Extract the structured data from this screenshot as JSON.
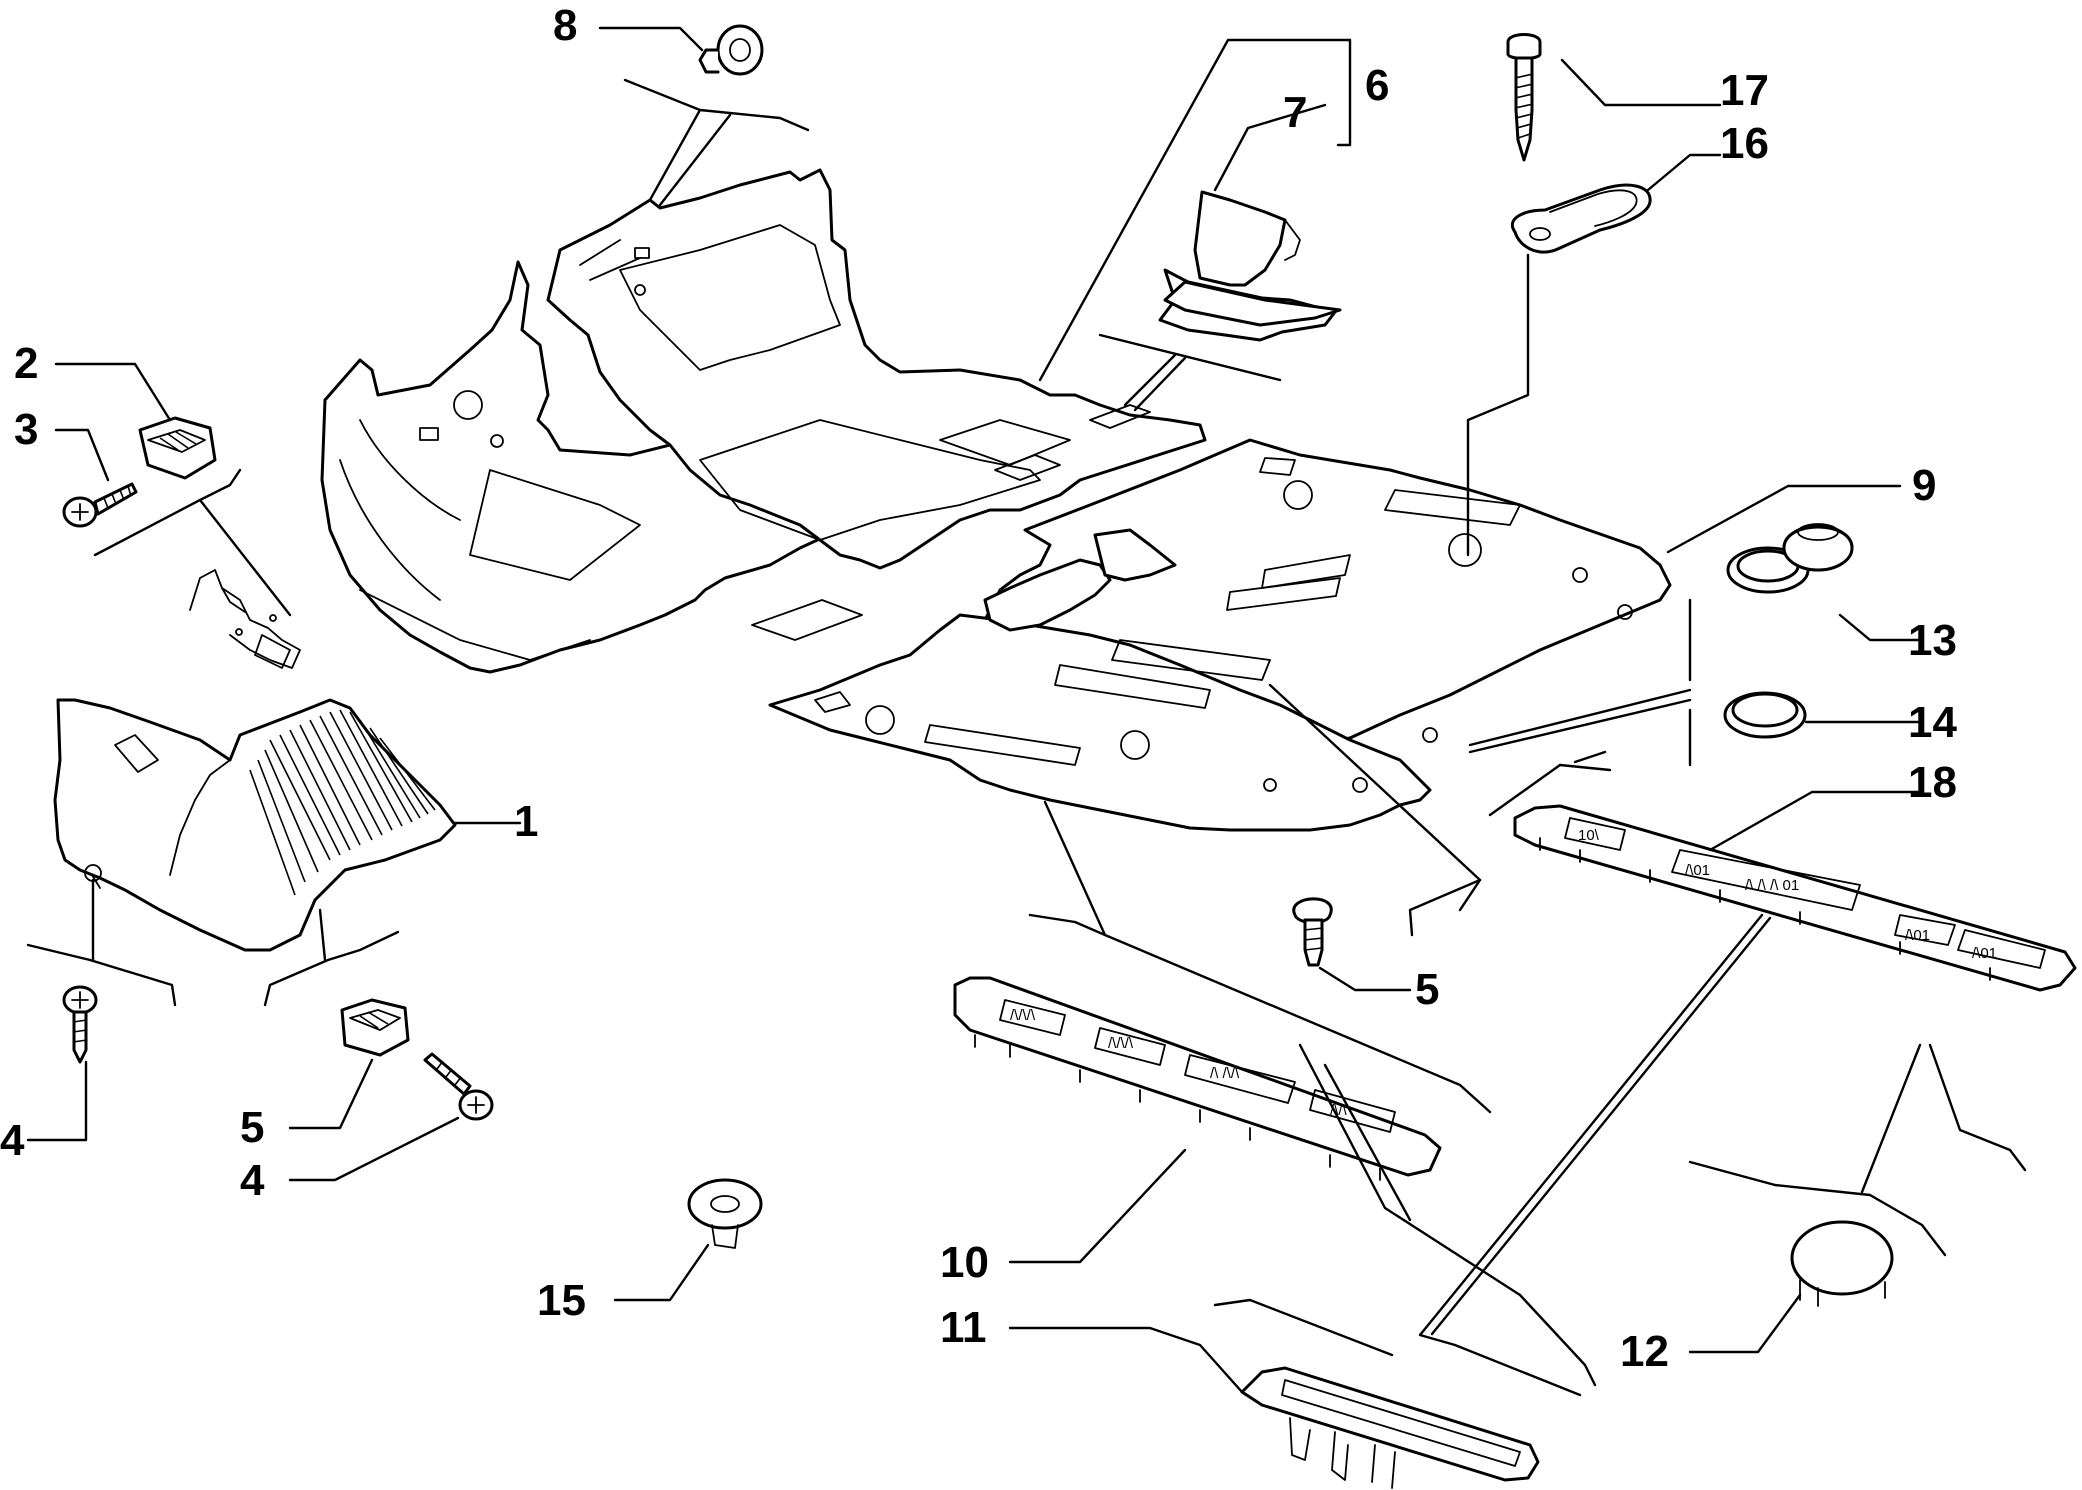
{
  "diagram": {
    "callouts": [
      "1",
      "2",
      "3",
      "4",
      "4",
      "5",
      "5",
      "6",
      "7",
      "8",
      "9",
      "10",
      "11",
      "12",
      "13",
      "14",
      "15",
      "16",
      "17",
      "18"
    ],
    "sill_markings": [
      "/\\/\\/\\",
      "/\\/\\/\\",
      "/\\ /\\/\\",
      "/\\/\\",
      "10\\",
      "/\\01",
      "/\\ /\\ /\\ 01",
      "/\\01",
      "/\\01"
    ]
  }
}
